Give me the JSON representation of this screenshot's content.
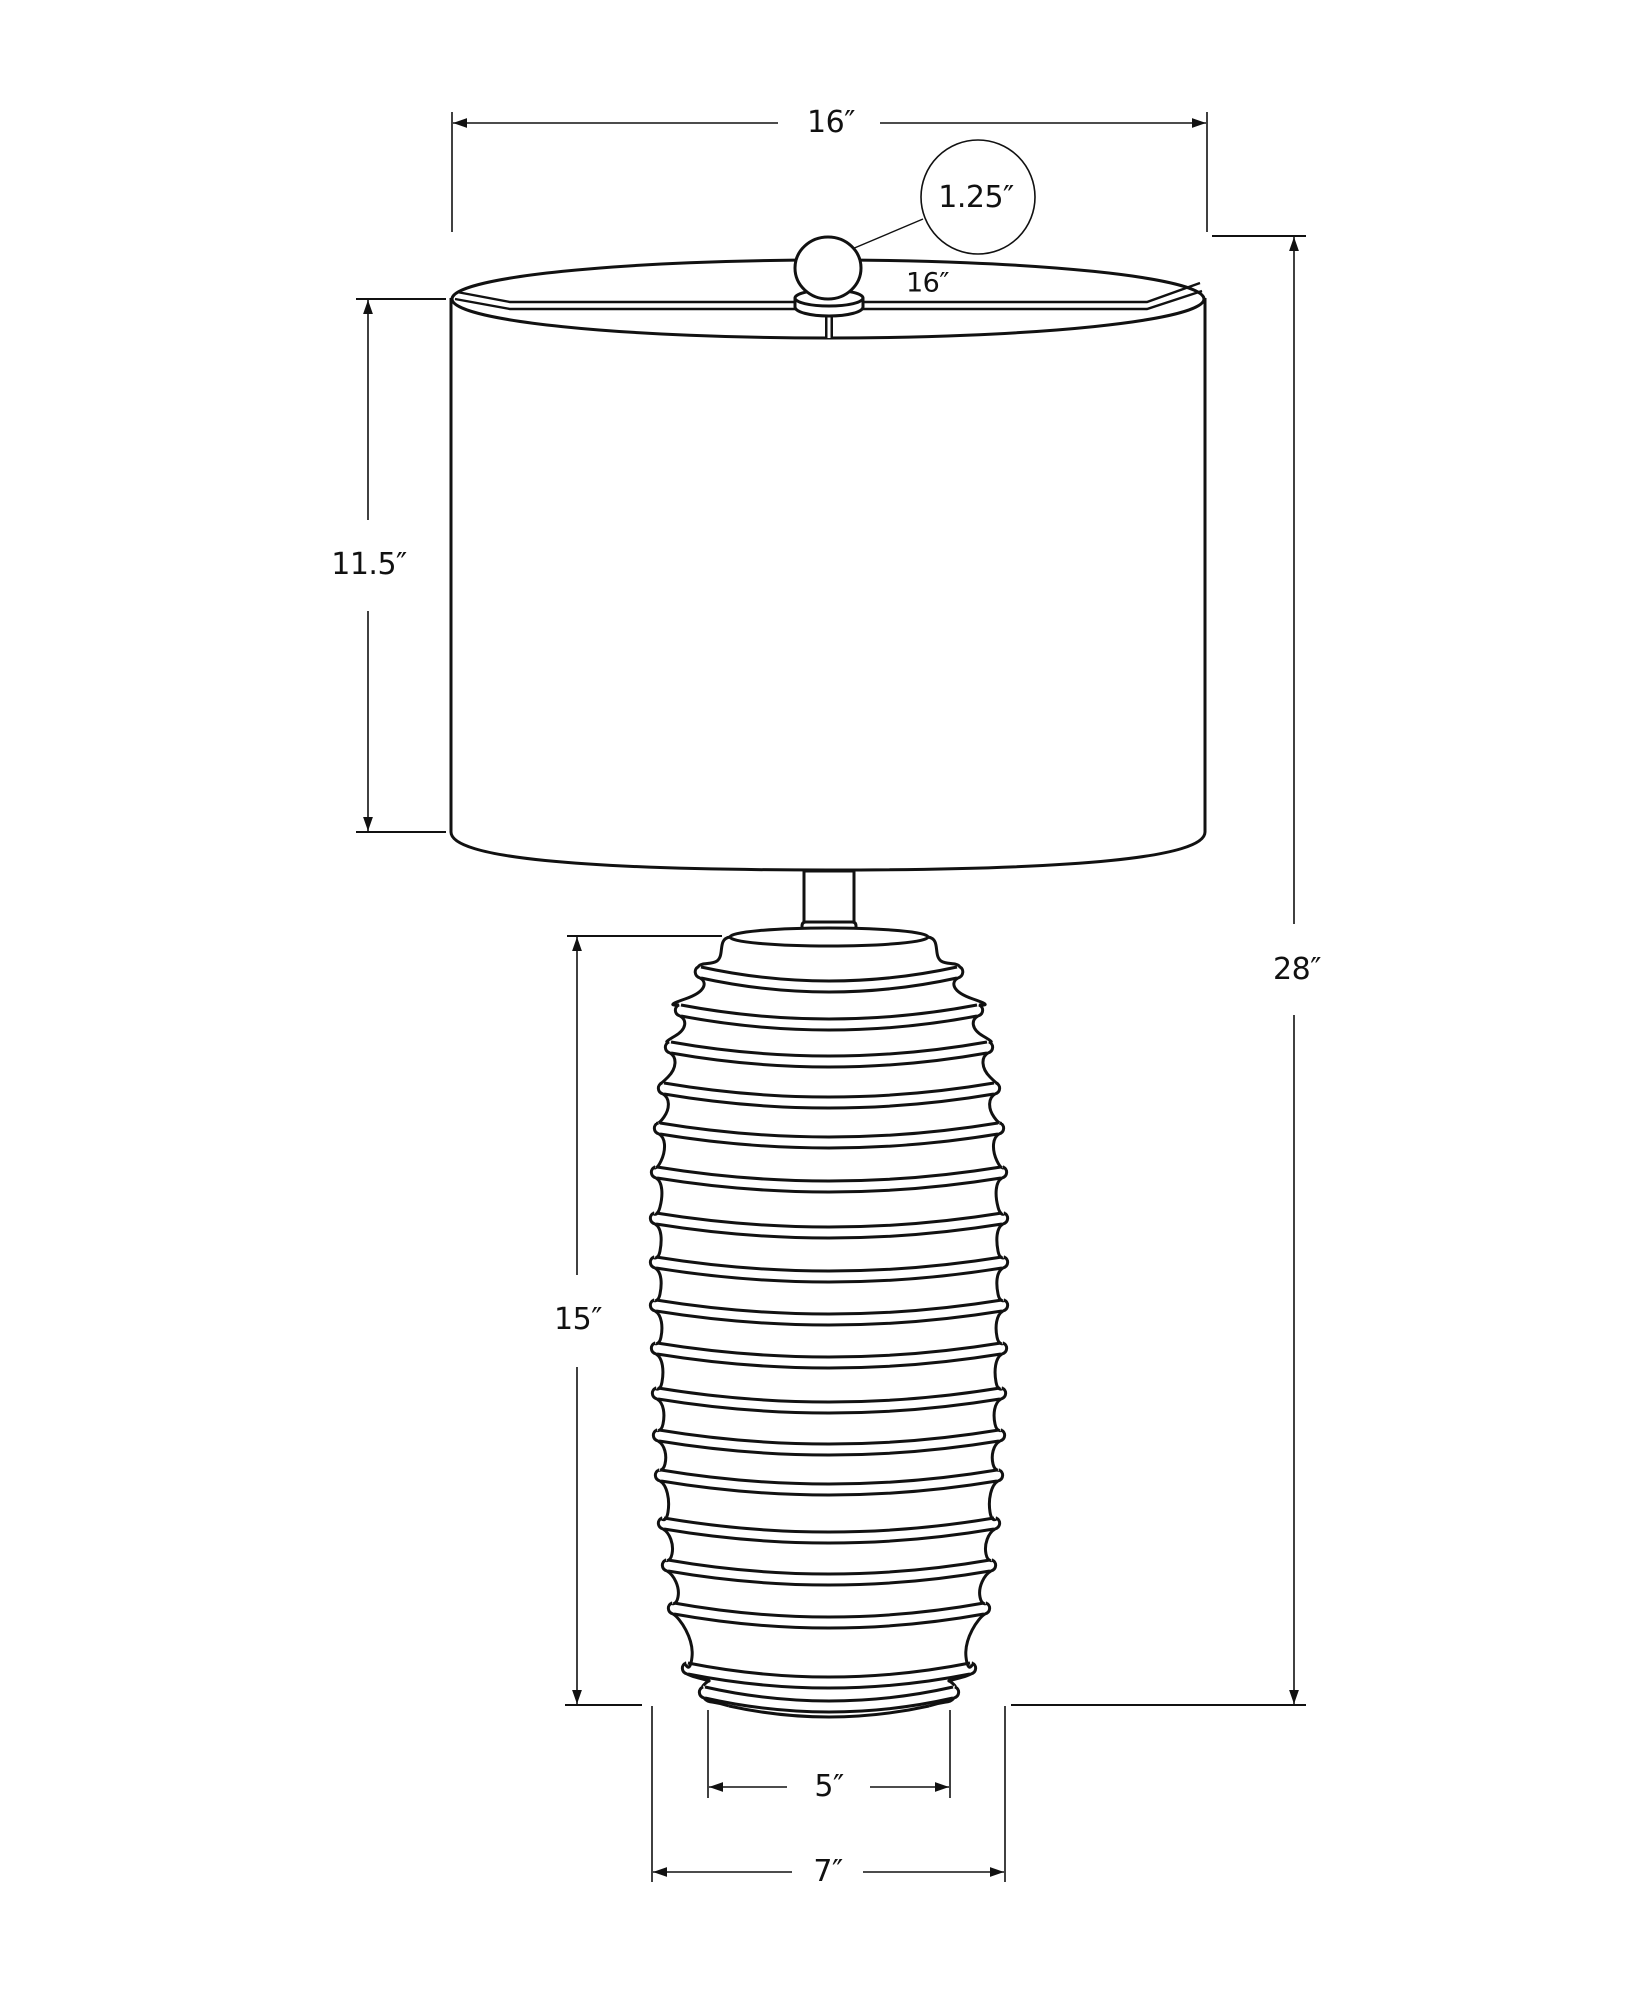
{
  "diagram": {
    "subject": "Table lamp with drum shade and ribbed base",
    "colors": {
      "line": "#111111",
      "background": "#ffffff"
    },
    "dimensions": {
      "overall_width": {
        "label": "16″"
      },
      "finial_diameter": {
        "label": "1.25″"
      },
      "shade_top_depth": {
        "label": "16″"
      },
      "shade_height": {
        "label": "11.5″"
      },
      "overall_height": {
        "label": "28″"
      },
      "base_height": {
        "label": "15″"
      },
      "base_bottom_width": {
        "label": "5″"
      },
      "base_max_width": {
        "label": "7″"
      }
    }
  }
}
